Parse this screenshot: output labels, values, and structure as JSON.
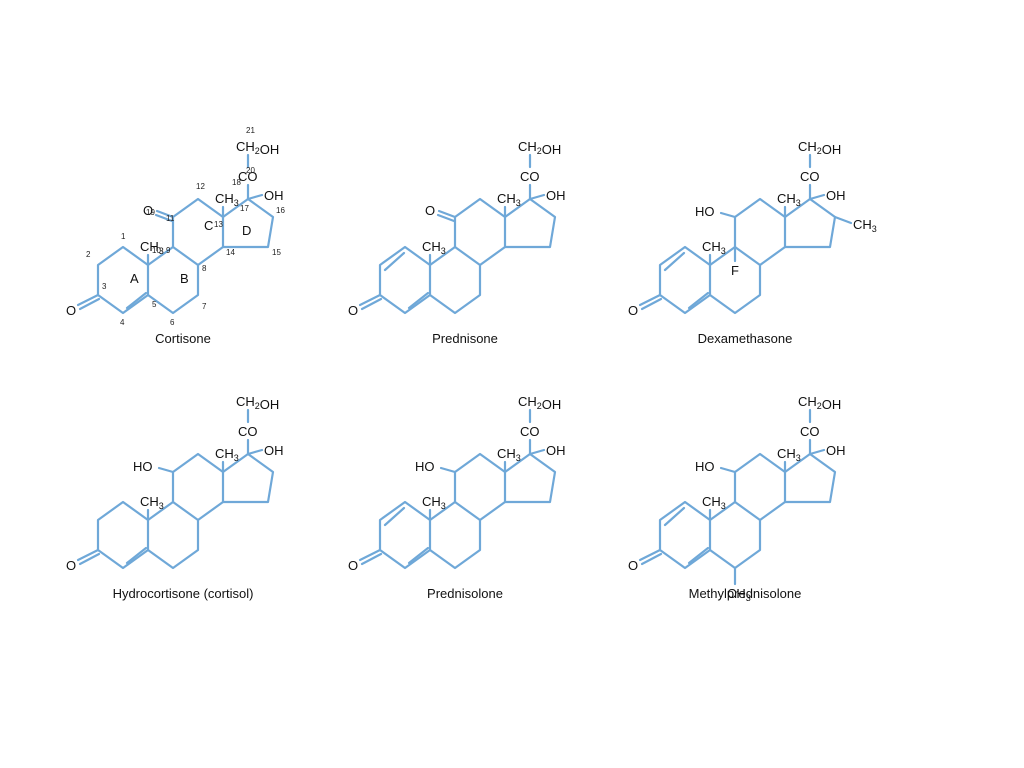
{
  "colors": {
    "bond": "#6fa8d8",
    "text": "#111111",
    "background": "#ffffff"
  },
  "molecules": [
    {
      "name": "Cortisone",
      "c11": "oxo",
      "c17": "OH",
      "c17b": "",
      "c16": "",
      "a_ring_double": false,
      "c9": "",
      "c6": ""
    },
    {
      "name": "Prednisone",
      "c11": "oxo",
      "c17": "OH",
      "c17b": "",
      "c16": "",
      "a_ring_double": true,
      "c9": "",
      "c6": ""
    },
    {
      "name": "Dexamethasone",
      "c11": "HO",
      "c17": "OH",
      "c17b": "",
      "c16": "CH3",
      "a_ring_double": true,
      "c9": "F",
      "c6": ""
    },
    {
      "name": "Hydrocortisone (cortisol)",
      "c11": "HO",
      "c17": "OH",
      "c17b": "",
      "c16": "",
      "a_ring_double": false,
      "c9": "",
      "c6": ""
    },
    {
      "name": "Prednisolone",
      "c11": "HO",
      "c17": "OH",
      "c17b": "",
      "c16": "",
      "a_ring_double": true,
      "c9": "",
      "c6": ""
    },
    {
      "name": "Methylprednisolone",
      "c11": "HO",
      "c17": "OH",
      "c17b": "",
      "c16": "",
      "a_ring_double": true,
      "c9": "",
      "c6": "CH3"
    }
  ],
  "labels": {
    "sidechain_top": "CH₂OH",
    "sidechain_co": "CO",
    "methyl": "CH₃",
    "oh": "OH",
    "ho": "HO",
    "oxo": "O",
    "fluoro": "F",
    "dex_c17_prefix": "CH"
  },
  "ring_labels": [
    "A",
    "B",
    "C",
    "D"
  ],
  "cortisone_numbers": [
    "1",
    "2",
    "3",
    "4",
    "5",
    "6",
    "7",
    "8",
    "9",
    "10",
    "11",
    "12",
    "13",
    "14",
    "15",
    "16",
    "17",
    "18",
    "19",
    "20",
    "21"
  ]
}
